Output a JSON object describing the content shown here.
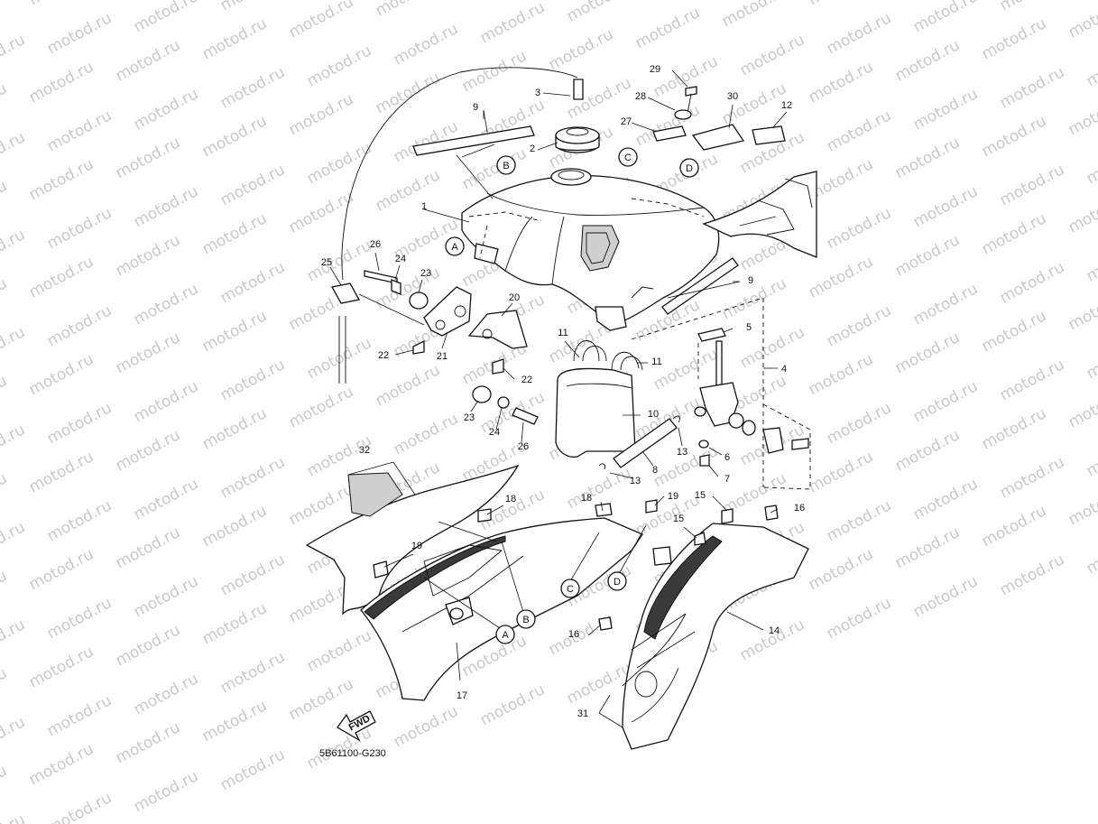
{
  "watermark": "motod.ru",
  "diagram_code": "5B61100-G230",
  "fwd_label": "FWD",
  "ref_circles": {
    "a": "A",
    "b": "B",
    "c": "C",
    "d": "D"
  },
  "colors": {
    "line": "#111111",
    "watermark": "#c9c9c9",
    "background": "#ffffff"
  }
}
